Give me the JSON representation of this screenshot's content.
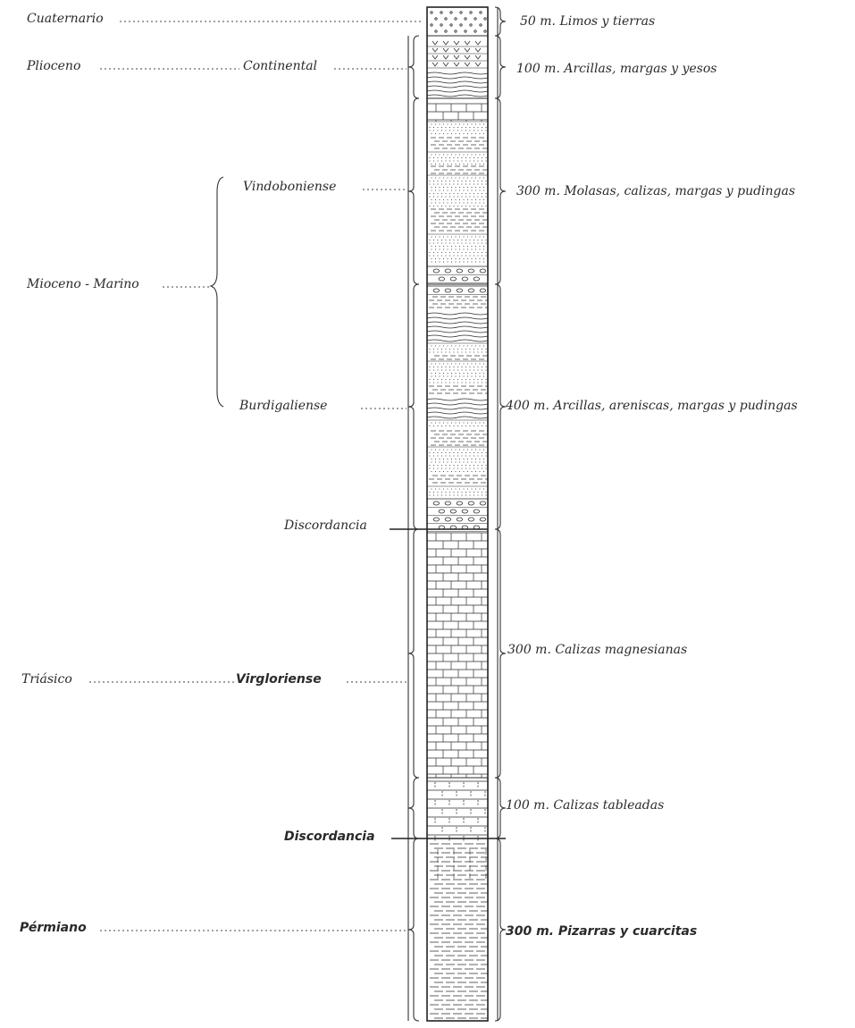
{
  "column": {
    "units": [
      {
        "age": "Cuaternario",
        "thickness_label": "50 m. Limos y tierras"
      },
      {
        "age": "Plioceno",
        "stage": "Continental",
        "thickness_label": "100 m. Arcillas, margas y yesos"
      },
      {
        "stage": "Vindoboniense",
        "thickness_label": "300 m. Molasas, calizas, margas y pudingas"
      },
      {
        "stage": "Burdigaliense",
        "thickness_label": "400 m. Arcillas, areniscas, margas y pudingas"
      },
      {
        "thickness_label": "300 m. Calizas magnesianas"
      },
      {
        "thickness_label": "100 m. Calizas tableadas"
      },
      {
        "age": "Pérmiano",
        "thickness_label": "300 m. Pizarras y cuarcitas"
      }
    ],
    "group_labels": {
      "mioceno": "Mioceno - Marino",
      "triasico": "Triásico",
      "virgloriense": "Virgloriense"
    },
    "unconformities": [
      "Discordancia",
      "Discordancia"
    ]
  }
}
